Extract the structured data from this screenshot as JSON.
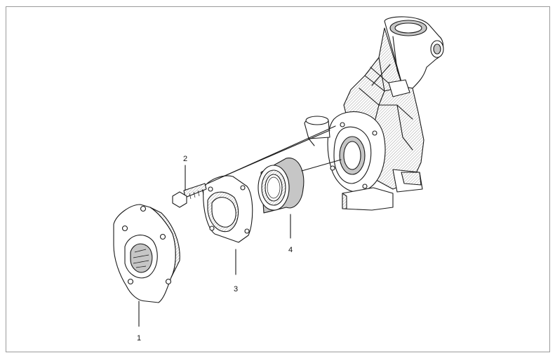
{
  "callouts": {
    "hub": "1",
    "bolt": "2",
    "shield": "3",
    "bearing": "4"
  },
  "colors": {
    "line": "#1a1a1a",
    "frame": "#9a9a9a",
    "shade": "#bdbdbd"
  }
}
